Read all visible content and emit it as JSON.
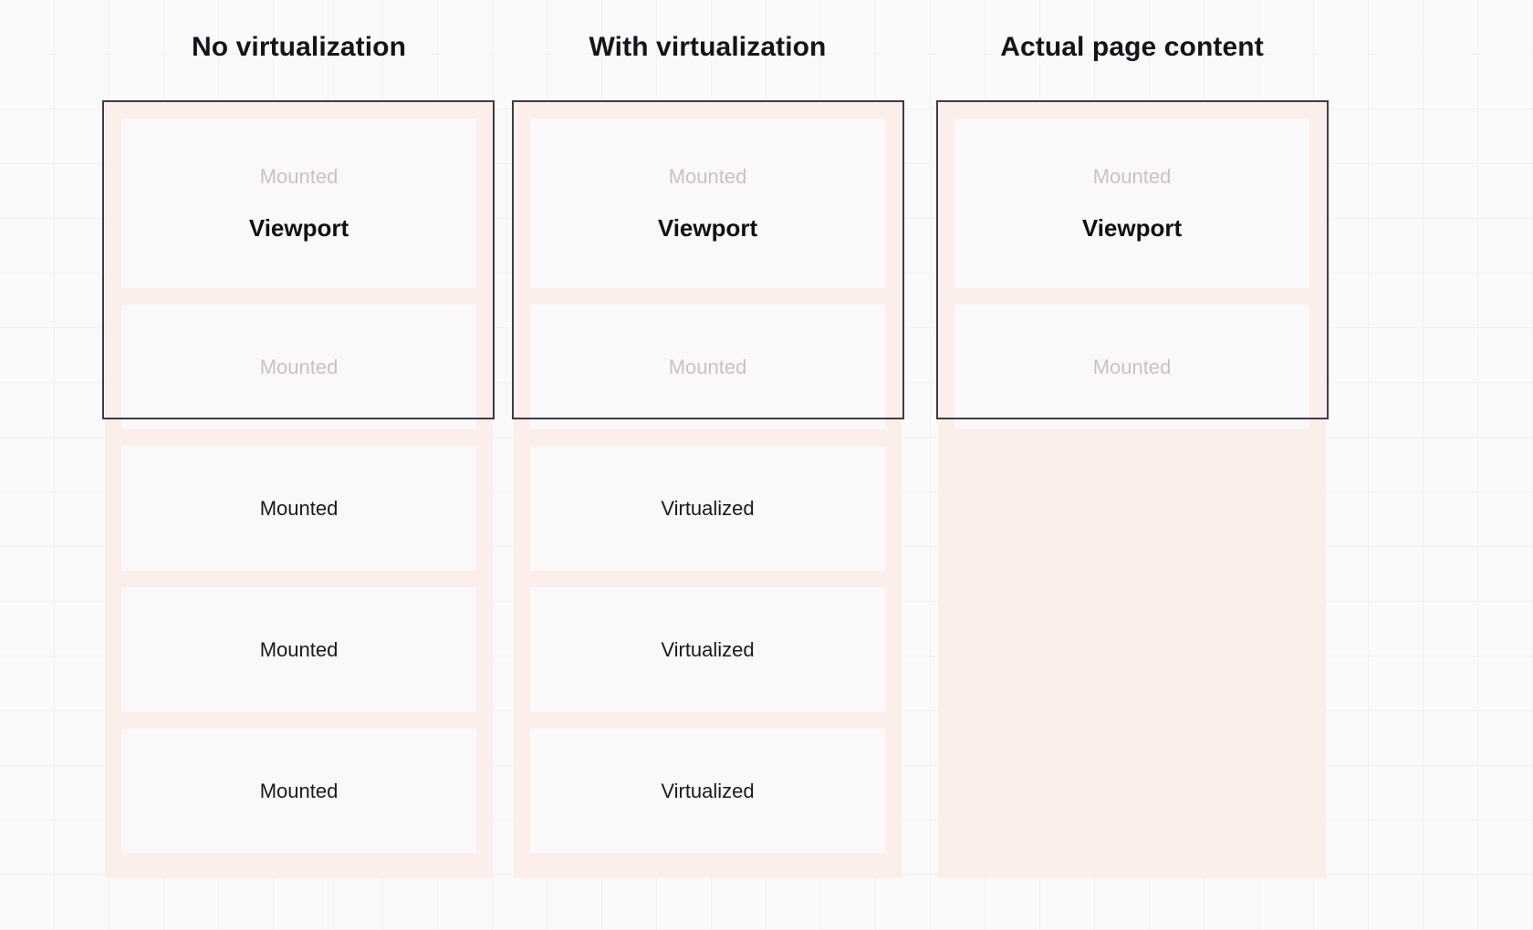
{
  "diagram": {
    "title_row": [
      {
        "id": "no-virtualization",
        "label": "No virtualization"
      },
      {
        "id": "with-virtualization",
        "label": "With virtualization"
      },
      {
        "id": "actual-page-content",
        "label": "Actual page content"
      }
    ],
    "labels": {
      "mounted": "Mounted",
      "virtualized": "Virtualized",
      "viewport": "Viewport"
    },
    "colors": {
      "page_background": "#fbf9fa",
      "grid_line": "#f0eaec",
      "rail_fill": "#fbeeeb",
      "card_fill": "#fbf8f9",
      "text_primary": "#16141a",
      "text_muted": "#c9c2c5",
      "viewport_border": "#3f3b45"
    },
    "columns": [
      {
        "id": "no-virtualization",
        "title": "No virtualization",
        "cards": [
          {
            "state": "Mounted",
            "in_viewport": true,
            "viewport_marker": "Viewport"
          },
          {
            "state": "Mounted",
            "in_viewport": true,
            "viewport_marker": ""
          },
          {
            "state": "Mounted",
            "in_viewport": false,
            "viewport_marker": ""
          },
          {
            "state": "Mounted",
            "in_viewport": false,
            "viewport_marker": ""
          },
          {
            "state": "Mounted",
            "in_viewport": false,
            "viewport_marker": ""
          }
        ]
      },
      {
        "id": "with-virtualization",
        "title": "With virtualization",
        "cards": [
          {
            "state": "Mounted",
            "in_viewport": true,
            "viewport_marker": "Viewport"
          },
          {
            "state": "Mounted",
            "in_viewport": true,
            "viewport_marker": ""
          },
          {
            "state": "Virtualized",
            "in_viewport": false,
            "viewport_marker": ""
          },
          {
            "state": "Virtualized",
            "in_viewport": false,
            "viewport_marker": ""
          },
          {
            "state": "Virtualized",
            "in_viewport": false,
            "viewport_marker": ""
          }
        ]
      },
      {
        "id": "actual-page-content",
        "title": "Actual page content",
        "cards": [
          {
            "state": "Mounted",
            "in_viewport": true,
            "viewport_marker": "Viewport"
          },
          {
            "state": "Mounted",
            "in_viewport": true,
            "viewport_marker": ""
          }
        ]
      }
    ]
  }
}
